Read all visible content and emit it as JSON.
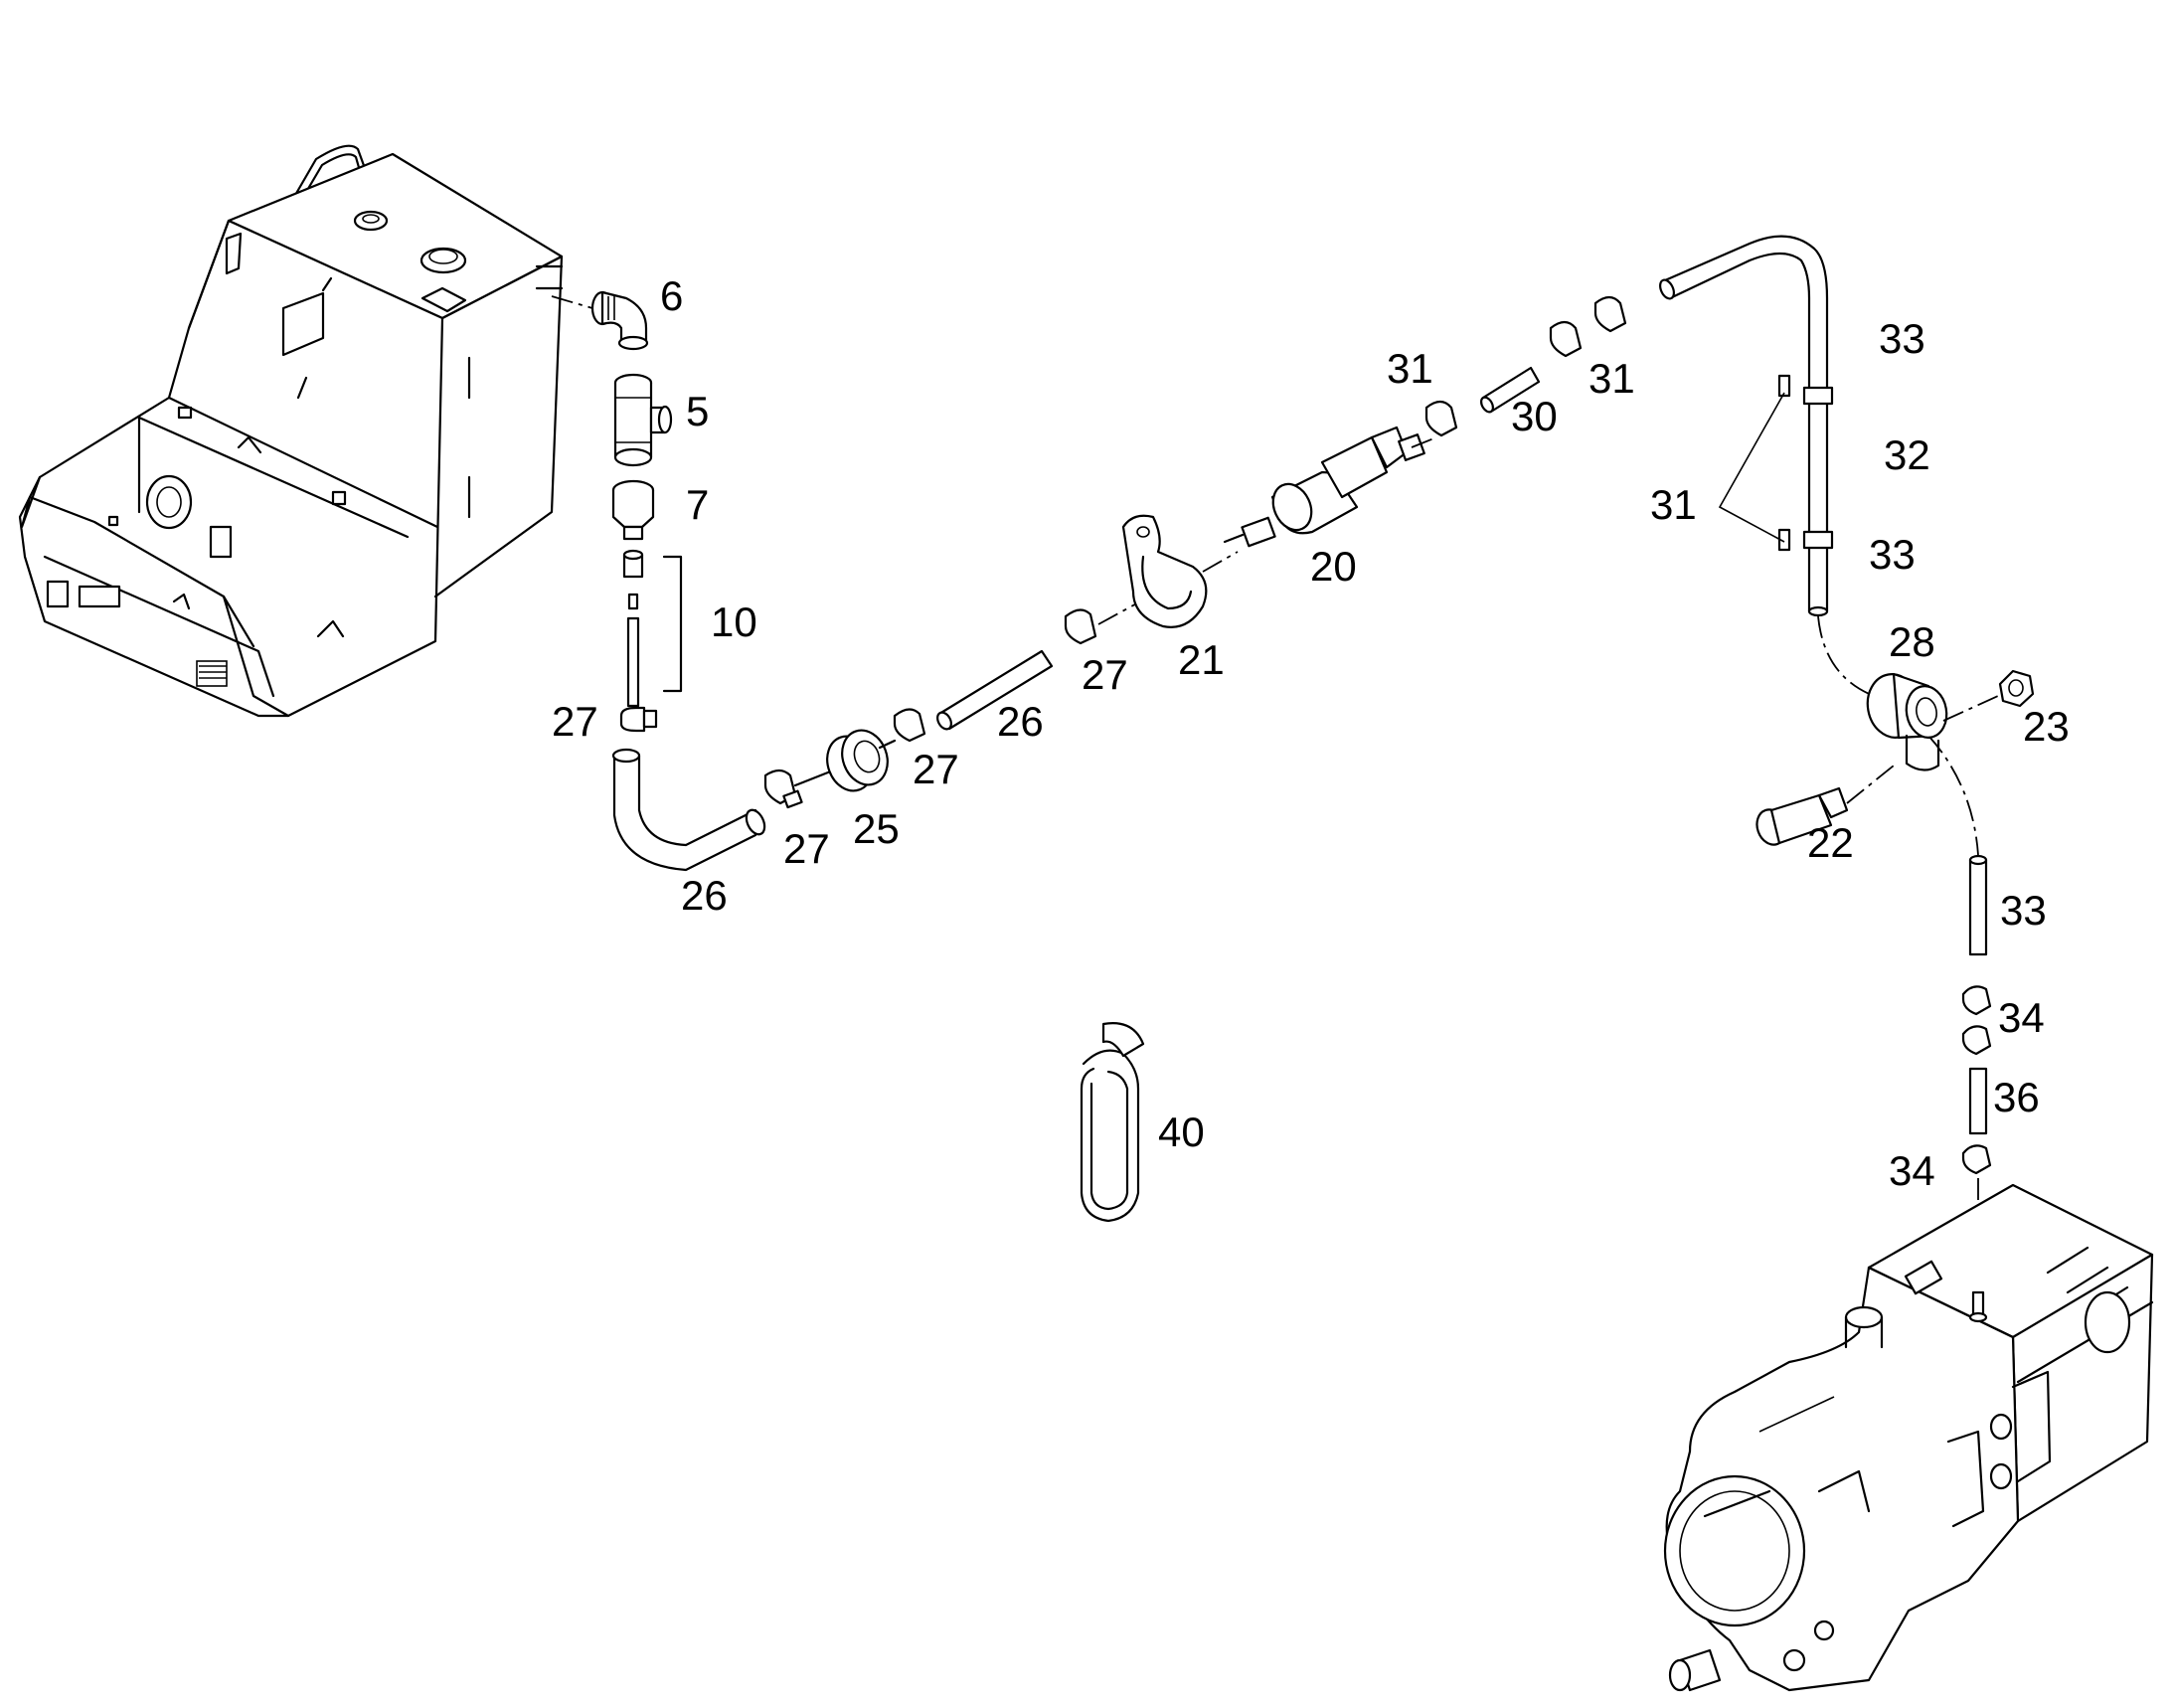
{
  "diagram": {
    "labels": {
      "p5": "5",
      "p6": "6",
      "p7": "7",
      "p10": "10",
      "p20": "20",
      "p21": "21",
      "p22": "22",
      "p23": "23",
      "p25": "25",
      "p26a": "26",
      "p26b": "26",
      "p27a": "27",
      "p27b": "27",
      "p27c": "27",
      "p27d": "27",
      "p28": "28",
      "p30": "30",
      "p31a": "31",
      "p31b": "31",
      "p31c": "31",
      "p32": "32",
      "p33a": "33",
      "p33b": "33",
      "p33c": "33",
      "p34a": "34",
      "p34b": "34",
      "p36": "36",
      "p40": "40"
    }
  }
}
